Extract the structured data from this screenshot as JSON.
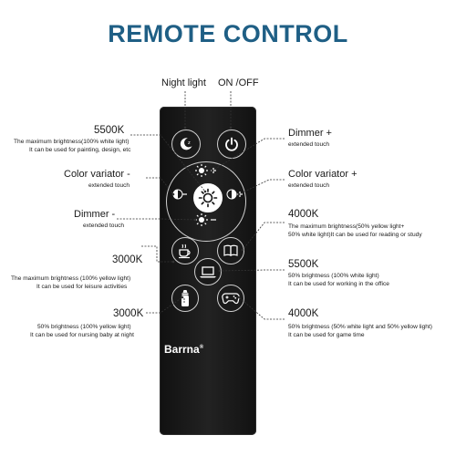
{
  "title": "REMOTE CONTROL",
  "brand": {
    "name": "Barrna",
    "mark": "®"
  },
  "top_labels": {
    "night_light": "Night light",
    "on_off": "ON /OFF"
  },
  "left": {
    "k5500": {
      "title": "5500K",
      "line1": "The maximum brightness(100% white light)",
      "line2": "It can be used for painting, design, etc"
    },
    "color_variator_minus": {
      "title": "Color variator -",
      "sub": "extended touch"
    },
    "dimmer_minus": {
      "title": "Dimmer -",
      "sub": "extended touch"
    },
    "k3000_max": {
      "title": "3000K",
      "line1": "The maximum brightness (100% yellow light)",
      "line2": "It can be used for leisure activities"
    },
    "k3000_half": {
      "title": "3000K",
      "line1": "50% brightness (100% yellow light)",
      "line2": "It can be used for nursing baby at night"
    }
  },
  "right": {
    "dimmer_plus": {
      "title": "Dimmer +",
      "sub": "extended touch"
    },
    "color_variator_plus": {
      "title": "Color variator +",
      "sub": "extended touch"
    },
    "k4000_max": {
      "title": "4000K",
      "line1": "The maximum brightness(50% yellow light+",
      "line2": "50% white light)It can be used for reading or study"
    },
    "k5500_half": {
      "title": "5500K",
      "line1": "50% brightness (100% white light)",
      "line2": "It can be used for working in the office"
    },
    "k4000_half": {
      "title": "4000K",
      "line1": "50% brightness (50% white light and 50% yellow light)",
      "line2": "It can be used for game time"
    }
  },
  "icons": {
    "night": "moon-icon",
    "power": "power-icon",
    "bright_plus": "sun-plus-icon",
    "bright_minus": "sun-minus-icon",
    "color_minus": "half-circle-minus-icon",
    "color_plus": "half-circle-plus-icon",
    "center": "sun-icon",
    "leisure": "coffee-cup-icon",
    "reading": "book-icon",
    "office": "laptop-icon",
    "nursing": "baby-bottle-icon",
    "game": "gamepad-icon"
  },
  "colors": {
    "title": "#1f5f85",
    "remote": "#1a1a1a",
    "icon": "#ffffff"
  }
}
